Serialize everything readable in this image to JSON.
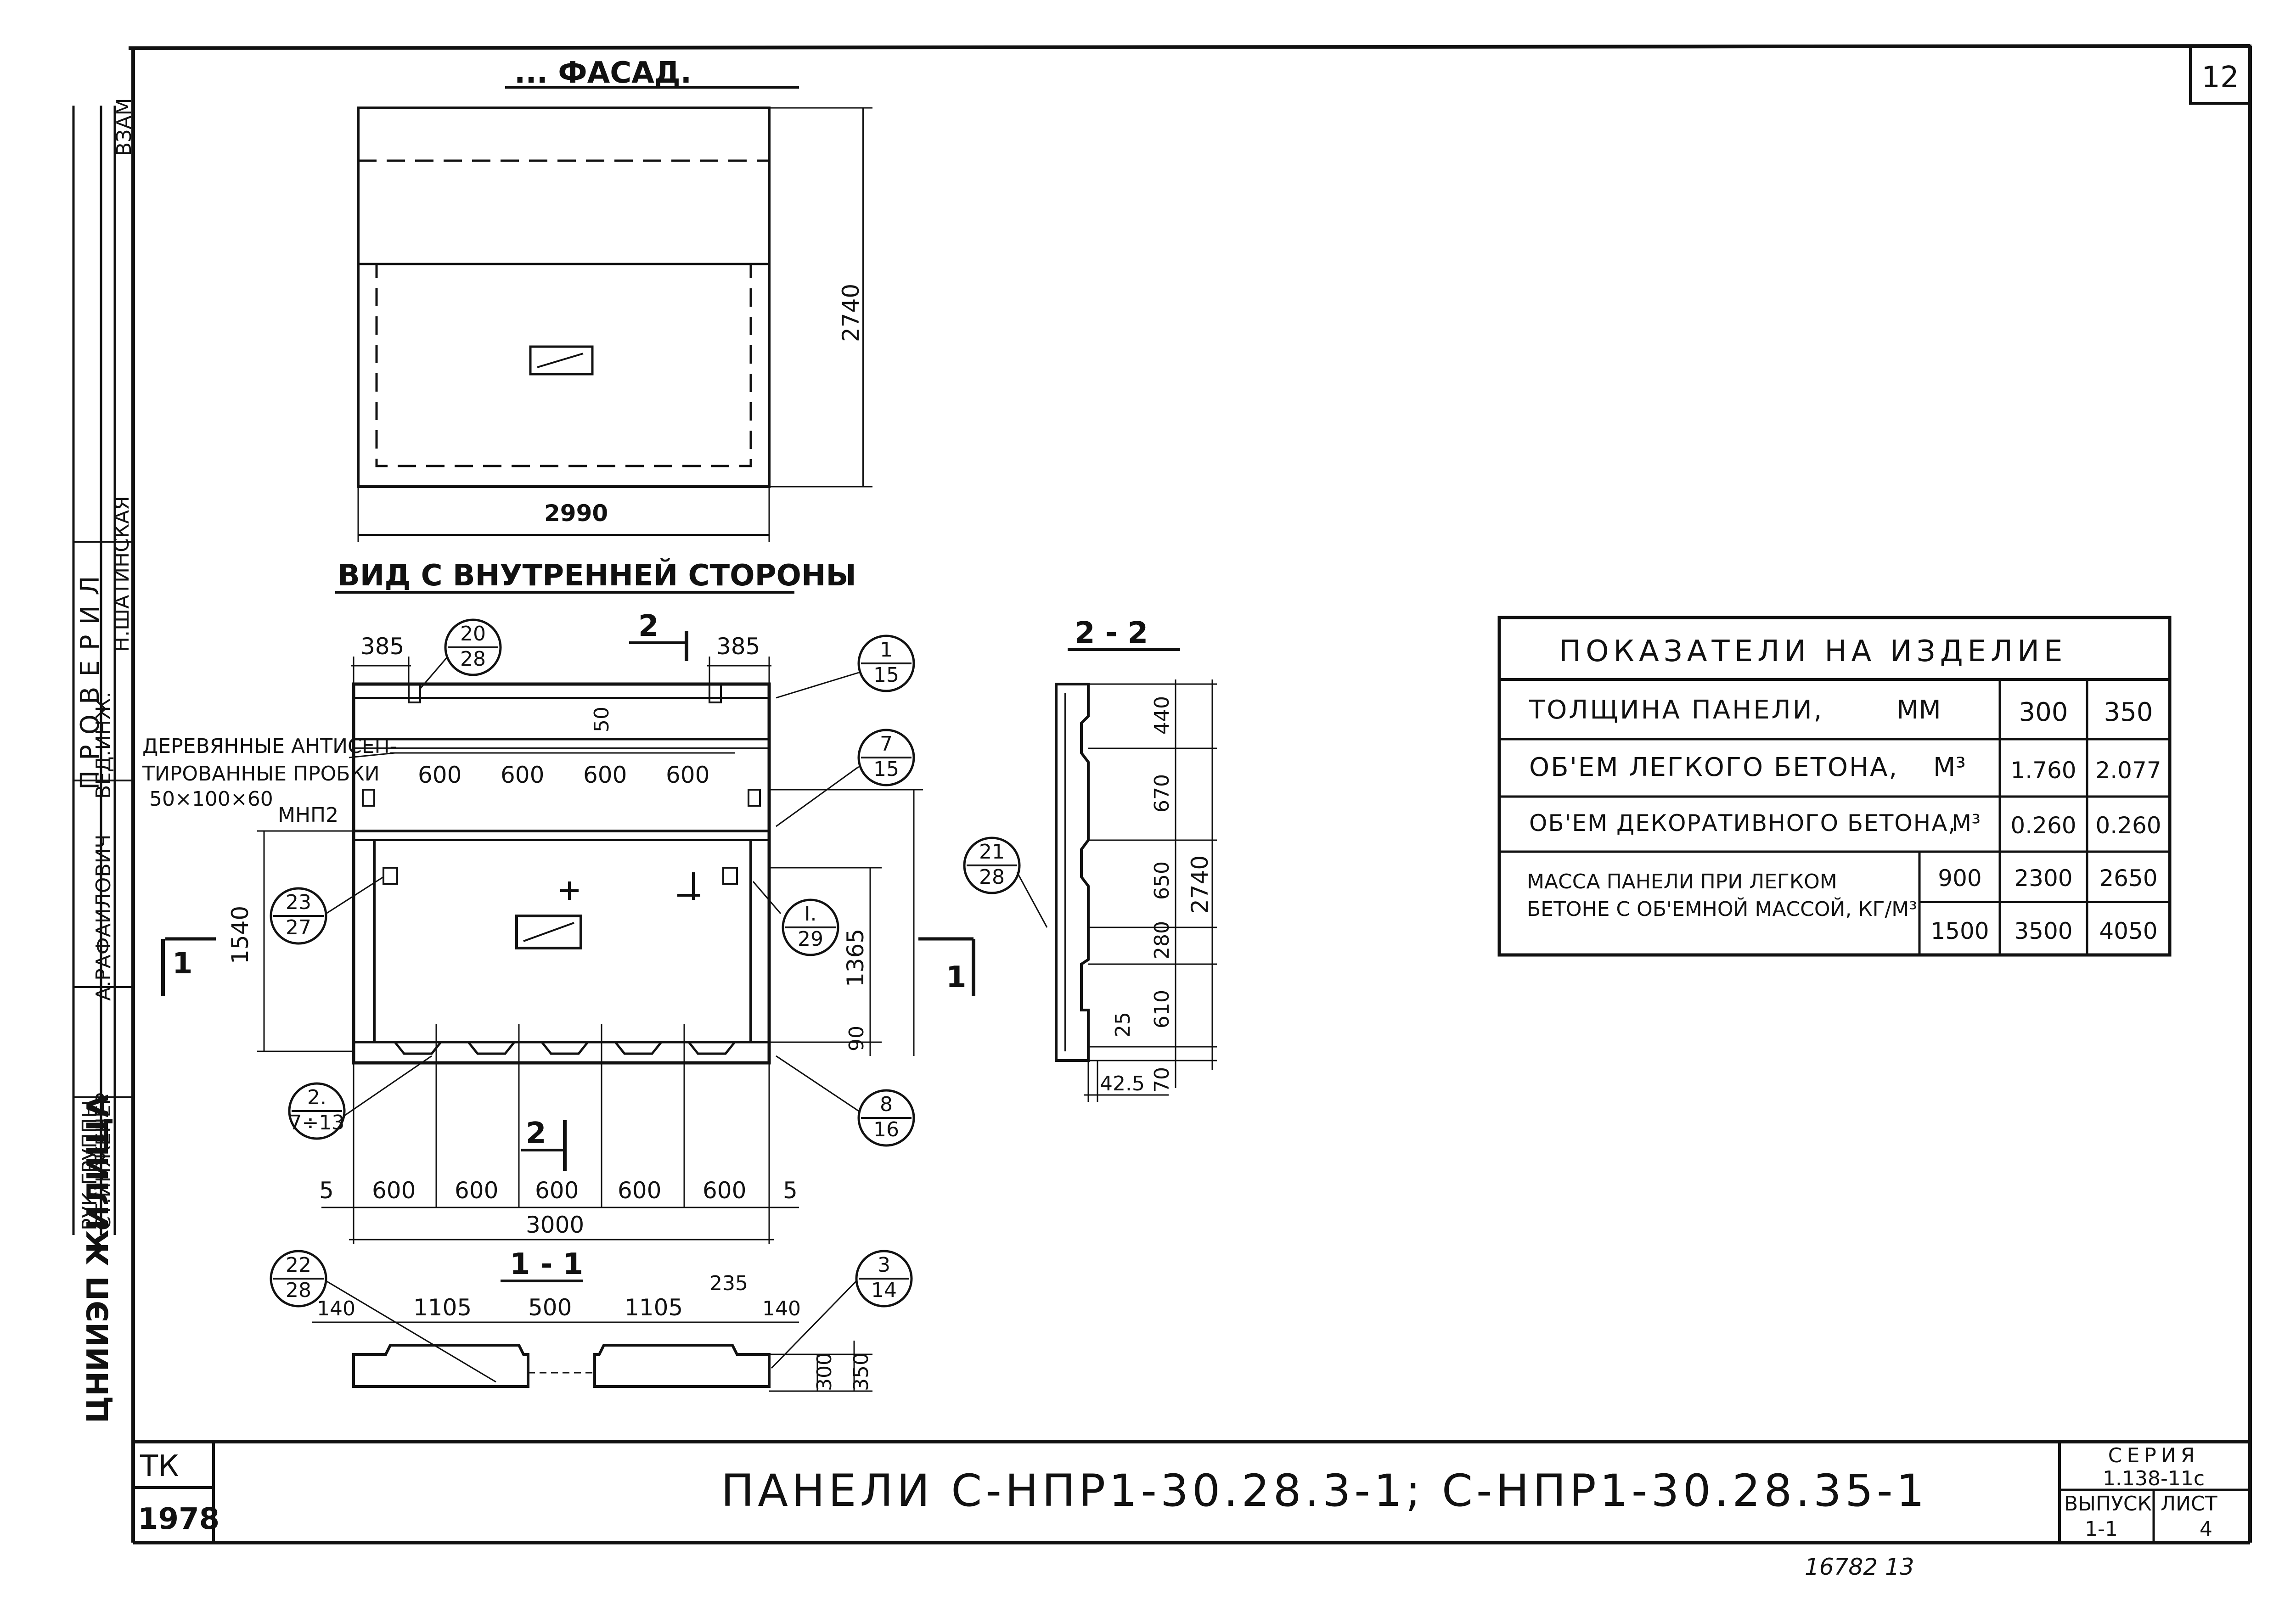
{
  "sheet_number": "12",
  "facade": {
    "title": "... ФАСАД.",
    "height": "2740",
    "width": "2990"
  },
  "inner_view": {
    "title": "ВИД С ВНУТРЕННЕЙ СТОРОНЫ",
    "top_dims": [
      "385",
      "385"
    ],
    "plug_pitch": [
      "600",
      "600",
      "600",
      "600"
    ],
    "dim_50": "50",
    "plug_note": [
      "ДЕРЕВЯННЫЕ АНТИСЕП-",
      "ТИРОВАННЫЕ ПРОБКИ",
      "50×100×60"
    ],
    "mnp_label": "МНП2",
    "section_mark_2": "2",
    "section_mark_1": "1",
    "height_1540": "1540",
    "height_1365": "1365",
    "height_90": "90",
    "bottom_dims": [
      "5",
      "600",
      "600",
      "600",
      "600",
      "600",
      "5"
    ],
    "total_width": "3000"
  },
  "callouts": [
    {
      "num": "20",
      "den": "28"
    },
    {
      "num": "1",
      "den": "15"
    },
    {
      "num": "7",
      "den": "15"
    },
    {
      "num": "23",
      "den": "27"
    },
    {
      "num": "I.",
      "den": "29"
    },
    {
      "num": "2.",
      "den": "7÷13"
    },
    {
      "num": "8",
      "den": "16"
    },
    {
      "num": "21",
      "den": "28"
    },
    {
      "num": "22",
      "den": "28"
    },
    {
      "num": "3",
      "den": "14"
    }
  ],
  "section_1_1": {
    "title": "1 - 1",
    "dims": [
      "140",
      "1105",
      "500",
      "1105",
      "235",
      "140"
    ],
    "thickness": [
      "300",
      "350"
    ]
  },
  "section_2_2": {
    "title": "2 - 2",
    "dims": [
      "440",
      "670",
      "650",
      "280",
      "610",
      "25",
      "70"
    ],
    "total": "2740",
    "bottom": "42.5"
  },
  "indicators_table": {
    "title": "ПОКАЗАТЕЛИ НА ИЗДЕЛИЕ",
    "rows": [
      {
        "label": "ТОЛЩИНА ПАНЕЛИ,",
        "unit": "ММ",
        "v1": "300",
        "v2": "350"
      },
      {
        "label": "ОБ'ЕМ ЛЕГКОГО БЕТОНА,",
        "unit": "М³",
        "v1": "1.760",
        "v2": "2.077"
      },
      {
        "label": "ОБ'ЕМ ДЕКОРАТИВНОГО БЕТОНА,",
        "unit": "М³",
        "v1": "0.260",
        "v2": "0.260"
      }
    ],
    "mass_label": [
      "МАССА ПАНЕЛИ ПРИ ЛЕГКОМ",
      "БЕТОНЕ С ОБ'ЕМНОЙ МАССОЙ, КГ/М³"
    ],
    "mass_rows": [
      {
        "density": "900",
        "v1": "2300",
        "v2": "2650"
      },
      {
        "density": "1500",
        "v1": "3500",
        "v2": "4050"
      }
    ]
  },
  "stamp": {
    "left_stamp": [
      "ТК",
      "1978"
    ],
    "title": "ПАНЕЛИ С-НПР1-30.28.3-1; С-НПР1-30.28.35-1",
    "series_label": "СЕРИЯ",
    "series_value": "1.138-11с",
    "issue_label": "ВЫПУСК",
    "issue_value": "1-1",
    "sheet_label": "ЛИСТ",
    "sheet_value": "4"
  },
  "side_block": {
    "org": "ЦНИИЭП ЖИЛИЩА",
    "checked": "ПРОВЕРИЛ",
    "roles": [
      "РУК.ГРУППЫ",
      "СТ.ИНЖЕНЕР",
      "ВЕД.ИНЖ."
    ],
    "names": [
      "А.РАФАИЛОВИЧ",
      "Н.ШАТИНСКАЯ"
    ],
    "vzam": "ВЗАМ"
  },
  "footer_note": "16782 13"
}
